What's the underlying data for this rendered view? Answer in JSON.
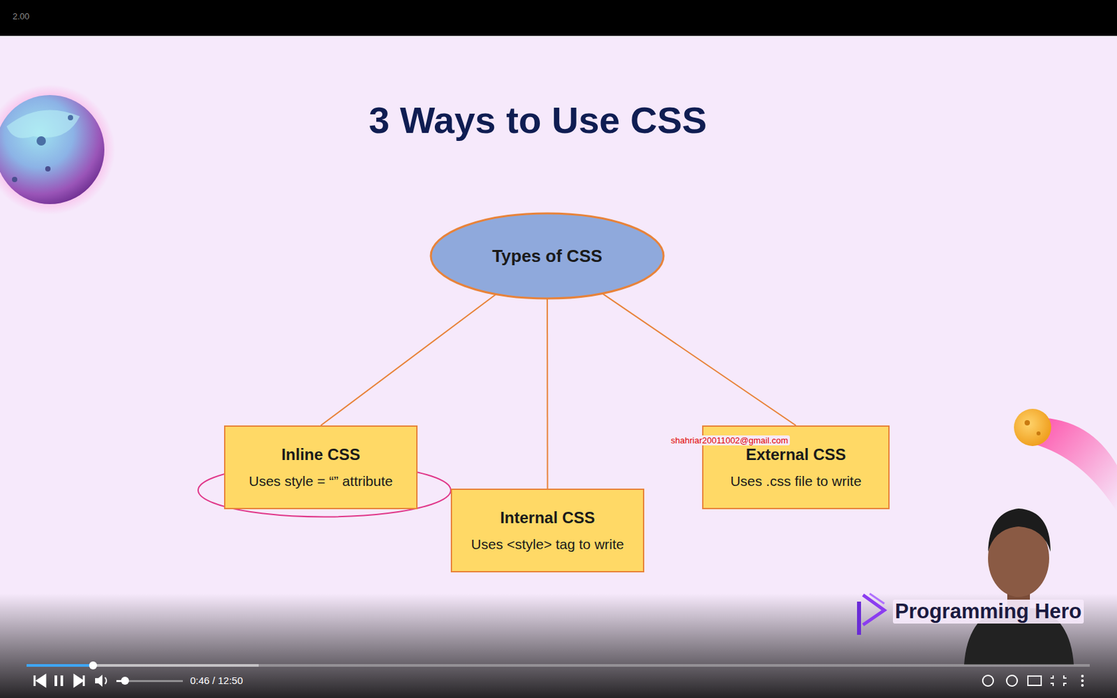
{
  "diagram": {
    "title": "3 Ways to Use CSS",
    "nodes": [
      {
        "text": [
          "Types of CSS"
        ]
      },
      {
        "text": [
          "Inline CSS",
          "Uses style = “” attribute"
        ]
      },
      {
        "text": [
          "Internal CSS",
          "Uses <style> tag to write"
        ]
      },
      {
        "text": [
          "External CSS",
          "Uses .css file  to write"
        ]
      }
    ],
    "edges": [
      {
        "from": 0,
        "to": 1,
        "arrow": "none"
      },
      {
        "from": 0,
        "to": 2,
        "arrow": "none"
      },
      {
        "from": 0,
        "to": 3,
        "arrow": "none"
      }
    ],
    "labels": [
      "2.00",
      "shahriar20011002@gmail.com",
      "Programming Hero",
      "0:46 / 12:50"
    ]
  }
}
